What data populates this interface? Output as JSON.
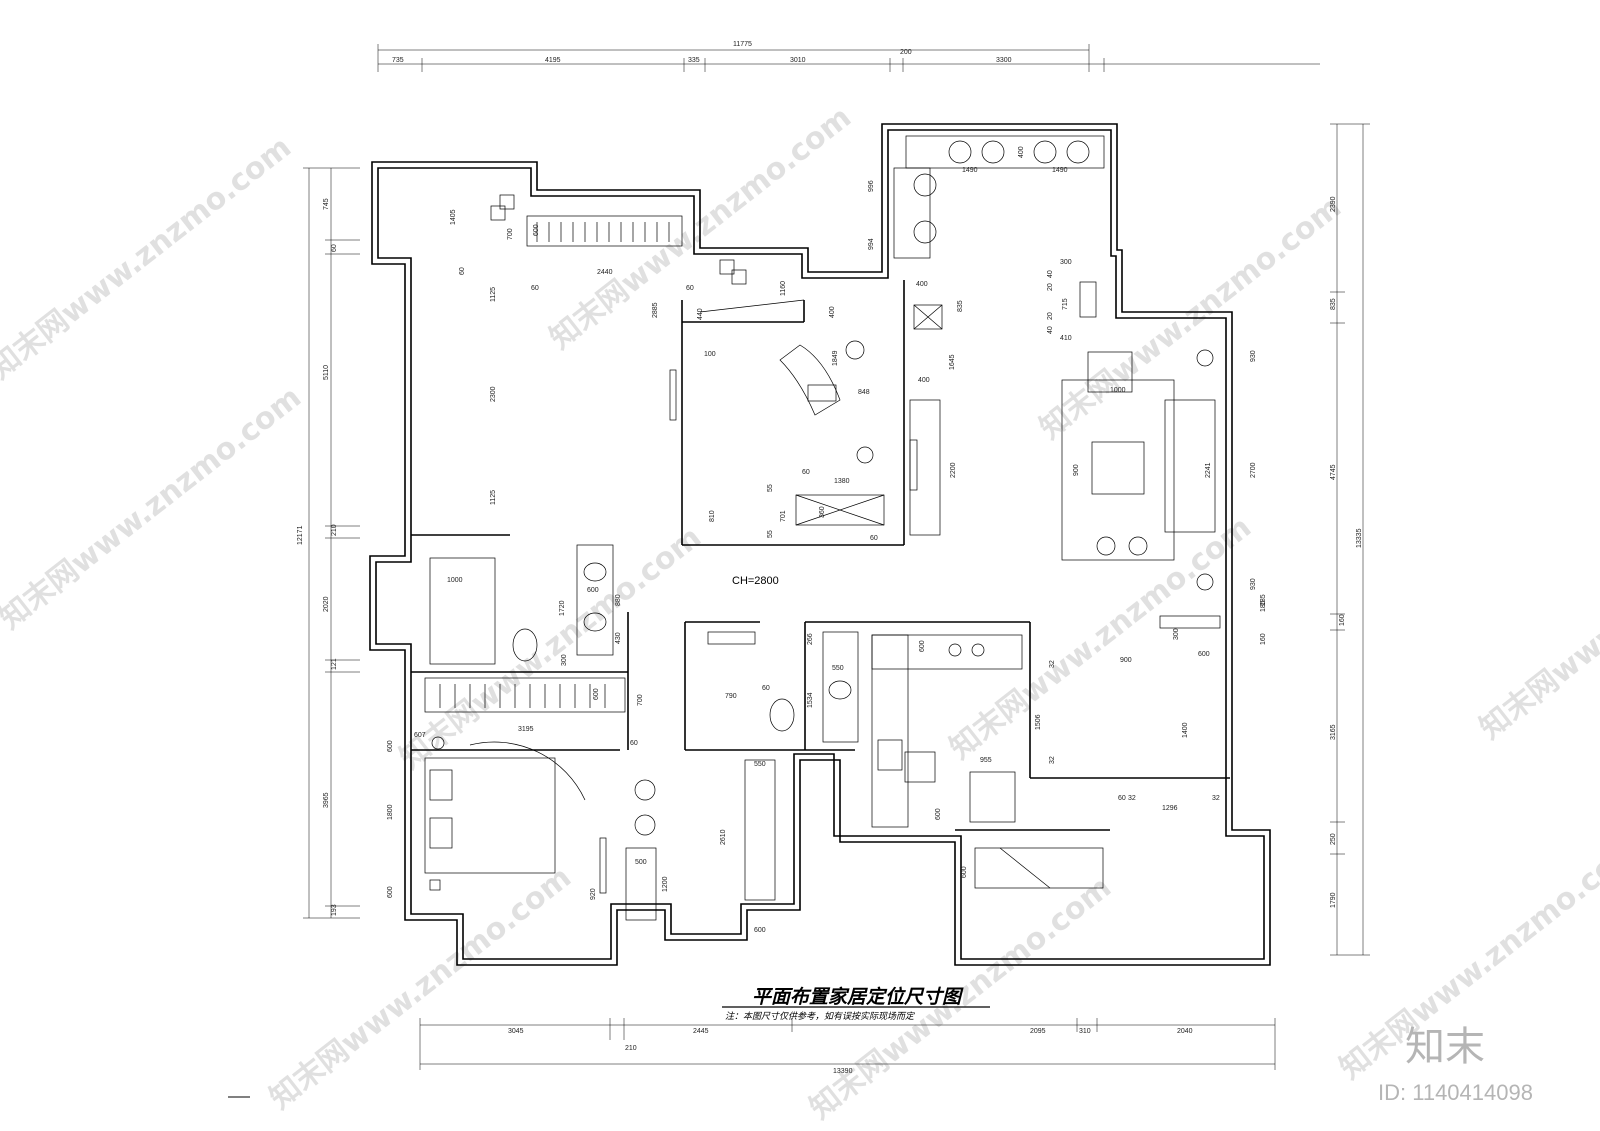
{
  "title": "平面布置家居定位尺寸图",
  "note": "注：本图尺寸仅供参考，如有误按实际现场而定",
  "ceiling_height": "CH=2800",
  "watermark": {
    "text": "知末网www.znzmo.com",
    "brand": "知末",
    "id": "ID: 1140414098"
  },
  "top_dims": {
    "total": "11775",
    "segments": [
      "735",
      "4195",
      "335",
      "3010",
      "200",
      "3300"
    ]
  },
  "bottom_dims": {
    "total": "13390",
    "segments": [
      "3045",
      "210",
      "2445",
      "2095",
      "310",
      "2040"
    ]
  },
  "left_dims": {
    "total": "12171",
    "segments": [
      "745",
      "60",
      "5110",
      "210",
      "2020",
      "121",
      "3965",
      "193"
    ]
  },
  "right_dims": {
    "total": "13335",
    "segments": [
      "2390",
      "835",
      "4745",
      "160",
      "3165",
      "250",
      "1790"
    ]
  },
  "interior_dims": [
    "1405",
    "700",
    "600",
    "2440",
    "60",
    "60",
    "1125",
    "2300",
    "1125",
    "2885",
    "60",
    "1160",
    "440",
    "400",
    "100",
    "1849",
    "848",
    "60",
    "1380",
    "55",
    "701",
    "55",
    "360",
    "60",
    "810",
    "400",
    "1645",
    "2200",
    "400",
    "835",
    "715",
    "20",
    "40",
    "20",
    "40",
    "300",
    "410",
    "996",
    "994",
    "400",
    "1490",
    "1490",
    "1000",
    "900",
    "2241",
    "930",
    "2700",
    "930",
    "185",
    "160",
    "300",
    "600",
    "1000",
    "1720",
    "600",
    "880",
    "430",
    "300",
    "600",
    "700",
    "60",
    "607",
    "3195",
    "600",
    "1800",
    "600",
    "500",
    "920",
    "1200",
    "2610",
    "550",
    "600",
    "790",
    "60",
    "1534",
    "550",
    "266",
    "600",
    "1506",
    "32",
    "32",
    "900",
    "1400",
    "955",
    "600",
    "600",
    "60",
    "32",
    "1296",
    "32",
    "185"
  ],
  "colors": {
    "line": "#000000",
    "background": "#ffffff",
    "watermark": "#c8c8c8"
  }
}
